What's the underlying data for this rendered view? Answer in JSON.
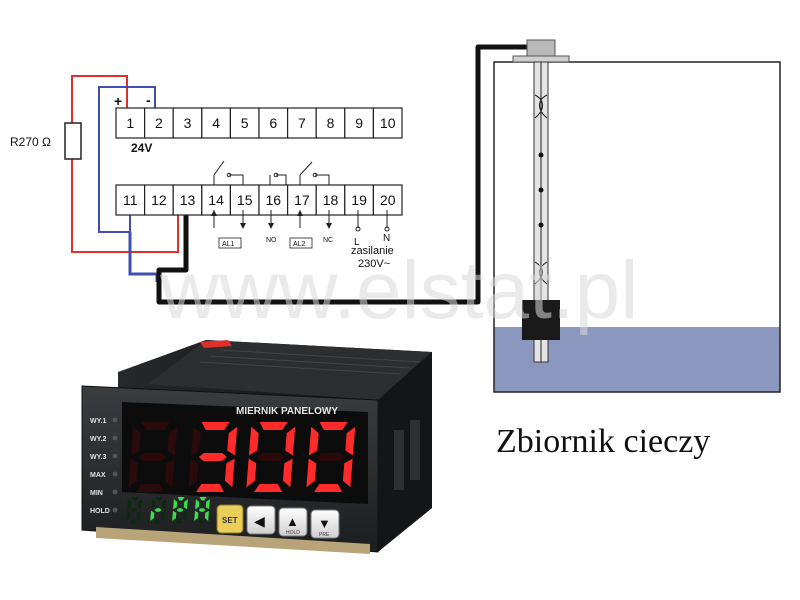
{
  "resistor": {
    "label": "R270 Ω"
  },
  "polarity": {
    "plus": "+",
    "minus": "-"
  },
  "supply_voltage": "24V",
  "terminals_top": [
    "1",
    "2",
    "3",
    "4",
    "5",
    "6",
    "7",
    "8",
    "9",
    "10"
  ],
  "terminals_bottom": [
    "11",
    "12",
    "13",
    "14",
    "15",
    "16",
    "17",
    "18",
    "19",
    "20"
  ],
  "contact_labels": {
    "al1": "AL1",
    "no": "NO",
    "al2": "AL2",
    "nc": "NC"
  },
  "power": {
    "l": "L",
    "n": "N",
    "word": "zasilanie",
    "voltage": "230V~"
  },
  "watermark": "www.elstat.pl",
  "tank_caption": "Zbiornik cieczy",
  "meter": {
    "title": "MIERNIK PANELOWY",
    "main_digits": [
      "8",
      "3",
      "0",
      "0"
    ],
    "sub_display": "rPA",
    "indicators": [
      "WY.1",
      "WY.2",
      "WY.3",
      "MAX",
      "MIN",
      "HOLD"
    ],
    "buttons": {
      "set": "SET",
      "left": "◀",
      "up": "▲",
      "down": "▼",
      "up_sub": "HOLD",
      "down_sub": "PRE"
    }
  },
  "colors": {
    "red_wire": "#e0302a",
    "blue_wire": "#3e4fb3",
    "black_wire": "#111111",
    "liquid": "#8c97c0",
    "display_red": "#ff2b2b",
    "display_green": "#3ddc4a"
  }
}
